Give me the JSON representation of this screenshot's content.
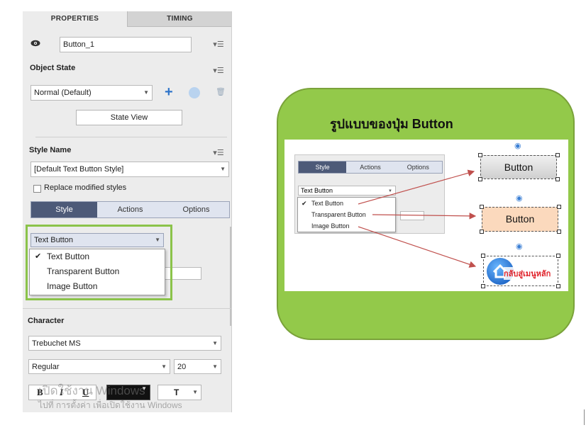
{
  "tabs": {
    "properties": "PROPERTIES",
    "timing": "TIMING"
  },
  "object": {
    "name_value": "Button_1"
  },
  "object_state": {
    "title": "Object State",
    "state_value": "Normal (Default)",
    "state_view_label": "State View"
  },
  "style_name": {
    "title": "Style Name",
    "value": "[Default Text Button Style]",
    "replace_label": "Replace modified styles"
  },
  "subtabs": [
    "Style",
    "Actions",
    "Options"
  ],
  "button_type": {
    "selected": "Text Button",
    "options": [
      "Text Button",
      "Transparent Button",
      "Image Button"
    ]
  },
  "character": {
    "title": "Character",
    "font": "Trebuchet MS",
    "style": "Regular",
    "size": "20",
    "bold": "B",
    "italic": "I",
    "underline": "U",
    "t_label": "T"
  },
  "watermark": {
    "line1": "เปิดใช้งาน Windows",
    "line2": "ไปที่ การตั้งค่า เพื่อเปิดใช้งาน Windows"
  },
  "illustration": {
    "title": "รูปแบบของปุ่ม Button",
    "mini_tabs": [
      "Style",
      "Actions",
      "Options"
    ],
    "mini_selected": "Text Button",
    "mini_options": [
      "Text Button",
      "Transparent Button",
      "Image Button"
    ],
    "sample_text_button": "Button",
    "sample_transparent_button": "Button",
    "sample_image_caption": "กลับสู่เมนูหลัก"
  },
  "colors": {
    "green_box": "#93c94a",
    "highlight_frame": "#8bc34a",
    "tab_active": "#4d5a78",
    "arrow": "#c0504d",
    "transparent_button_fill": "#fbd9bd"
  }
}
